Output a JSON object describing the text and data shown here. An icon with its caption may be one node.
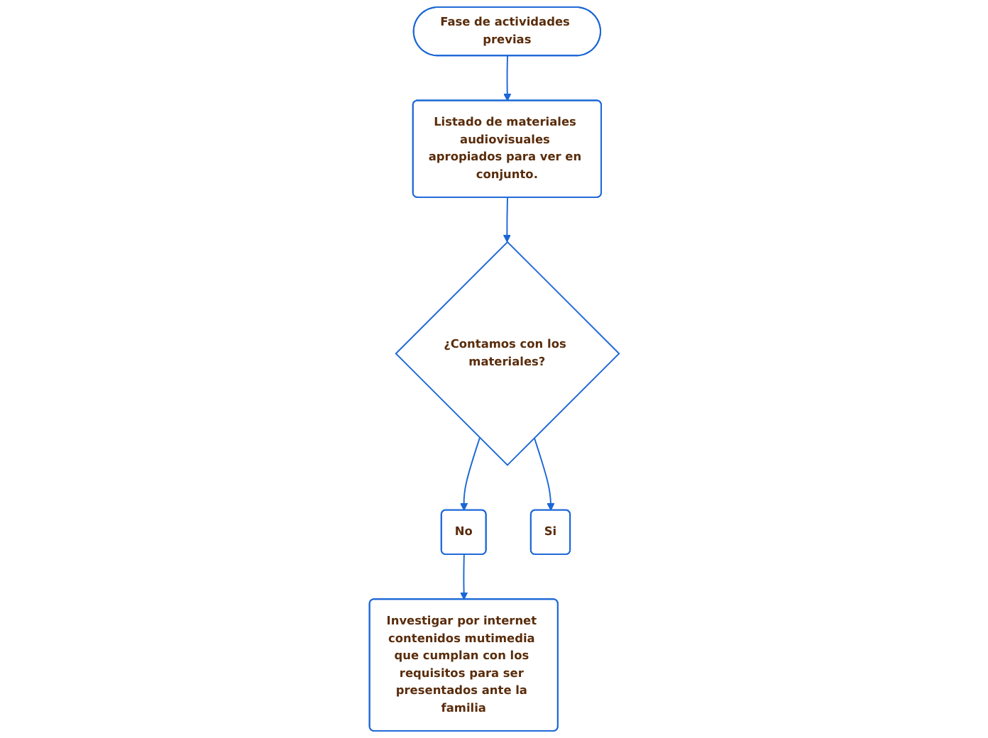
{
  "diagram": {
    "nodes": [
      {
        "text": [
          "Fase de actividades previas"
        ]
      },
      {
        "text": [
          "Listado de materiales audiovisuales apropiados para ver en conjunto."
        ]
      },
      {
        "text": [
          "¿Contamos con los materiales?"
        ]
      },
      {
        "text": [
          "No"
        ]
      },
      {
        "text": [
          "Investigar por internet contenidos mutimedia que cumplan con los requisitos para ser presentados ante la familia"
        ]
      },
      {
        "text": [
          "Si"
        ]
      }
    ],
    "edges": [
      {
        "from": 0,
        "to": 1,
        "arrow": "to"
      },
      {
        "from": 1,
        "to": 2,
        "arrow": "to"
      },
      {
        "from": 2,
        "to": 3,
        "arrow": "to"
      },
      {
        "from": 3,
        "to": 4,
        "arrow": "to"
      },
      {
        "from": 2,
        "to": 5,
        "arrow": "to"
      }
    ]
  }
}
